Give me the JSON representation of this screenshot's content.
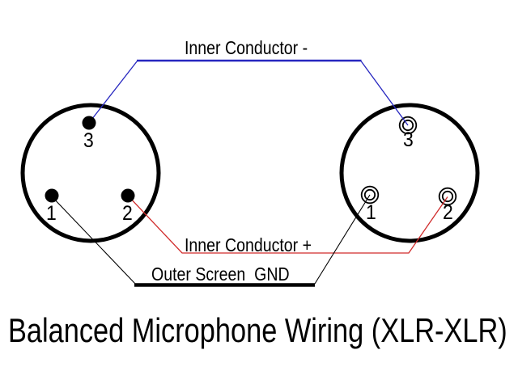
{
  "title": "Balanced Microphone Wiring (XLR-XLR)",
  "background_color": "#ffffff",
  "wires": {
    "negative": {
      "label": "Inner Conductor -",
      "color": "#2626bf"
    },
    "positive": {
      "label": "Inner Conductor +",
      "color": "#d02b2b"
    },
    "ground": {
      "label": "Outer Screen  GND",
      "color": "#000000"
    }
  },
  "left_connector": {
    "pins": [
      "1",
      "2",
      "3"
    ]
  },
  "right_connector": {
    "pins": [
      "1",
      "2",
      "3"
    ]
  }
}
